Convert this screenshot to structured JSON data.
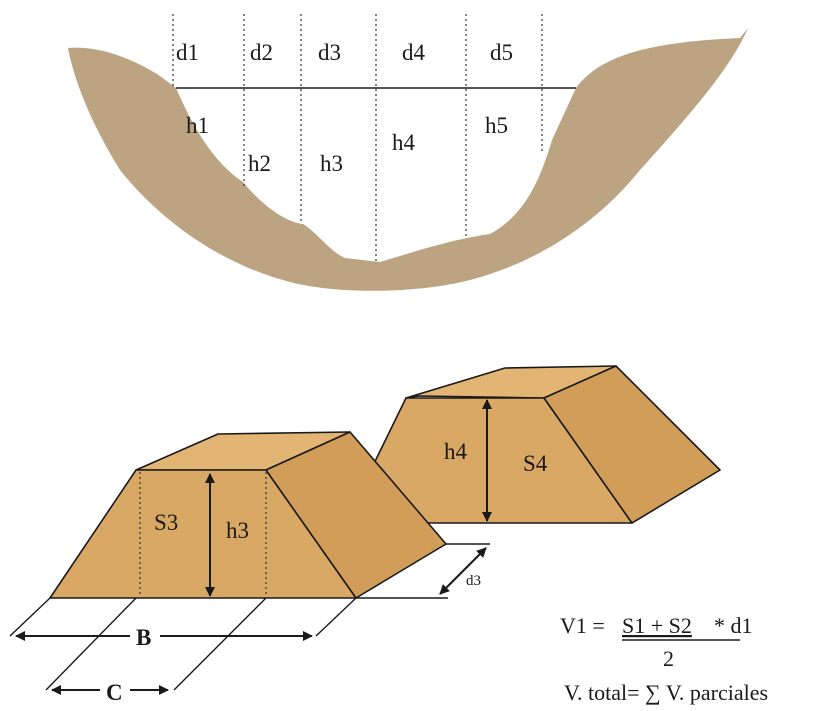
{
  "channel": {
    "widths": [
      "d1",
      "d2",
      "d3",
      "d4",
      "d5"
    ],
    "depths": [
      "h1",
      "h2",
      "h3",
      "h4",
      "h5"
    ]
  },
  "prisms": {
    "front": {
      "area": "S3",
      "height": "h3",
      "base_bottom": "B",
      "base_top": "C",
      "spacing": "d3"
    },
    "back": {
      "area": "S4",
      "height": "h4"
    }
  },
  "formula": {
    "lhs": "V1 =",
    "numerator": "S1 + S2",
    "times": "* d1",
    "denominator": "2",
    "total": "V. total= ∑ V. parciales"
  },
  "colors": {
    "soil": "#bca382",
    "sand": "#d9a865",
    "sand_top": "#e2b574",
    "sand_side": "#d29d58",
    "line": "#1a1a1a"
  }
}
